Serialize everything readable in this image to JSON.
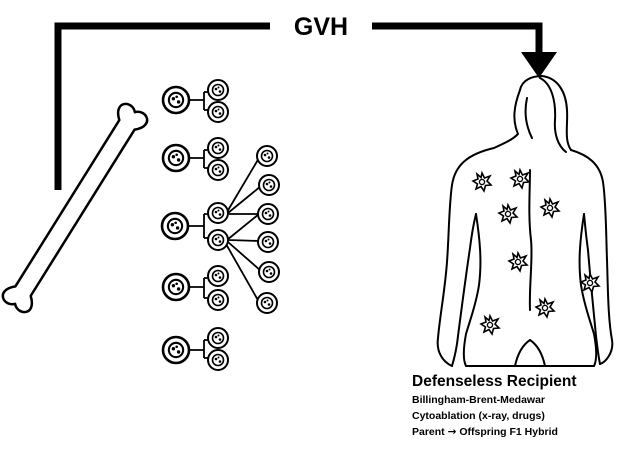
{
  "diagram": {
    "title": "GVH",
    "recipient": {
      "heading": "Defenseless Recipient",
      "lines": [
        {
          "text": "Billingham-Brent-Medawar"
        },
        {
          "text": "Cytoablation (x-ray, drugs)"
        },
        {
          "text_before": "Parent",
          "arrow": "→",
          "text_after": "Offspring F1 Hybrid"
        }
      ]
    },
    "icons": [
      "bone-icon",
      "cell-icon",
      "human-body-icon",
      "lesion-icon",
      "arrow-down-icon"
    ]
  }
}
